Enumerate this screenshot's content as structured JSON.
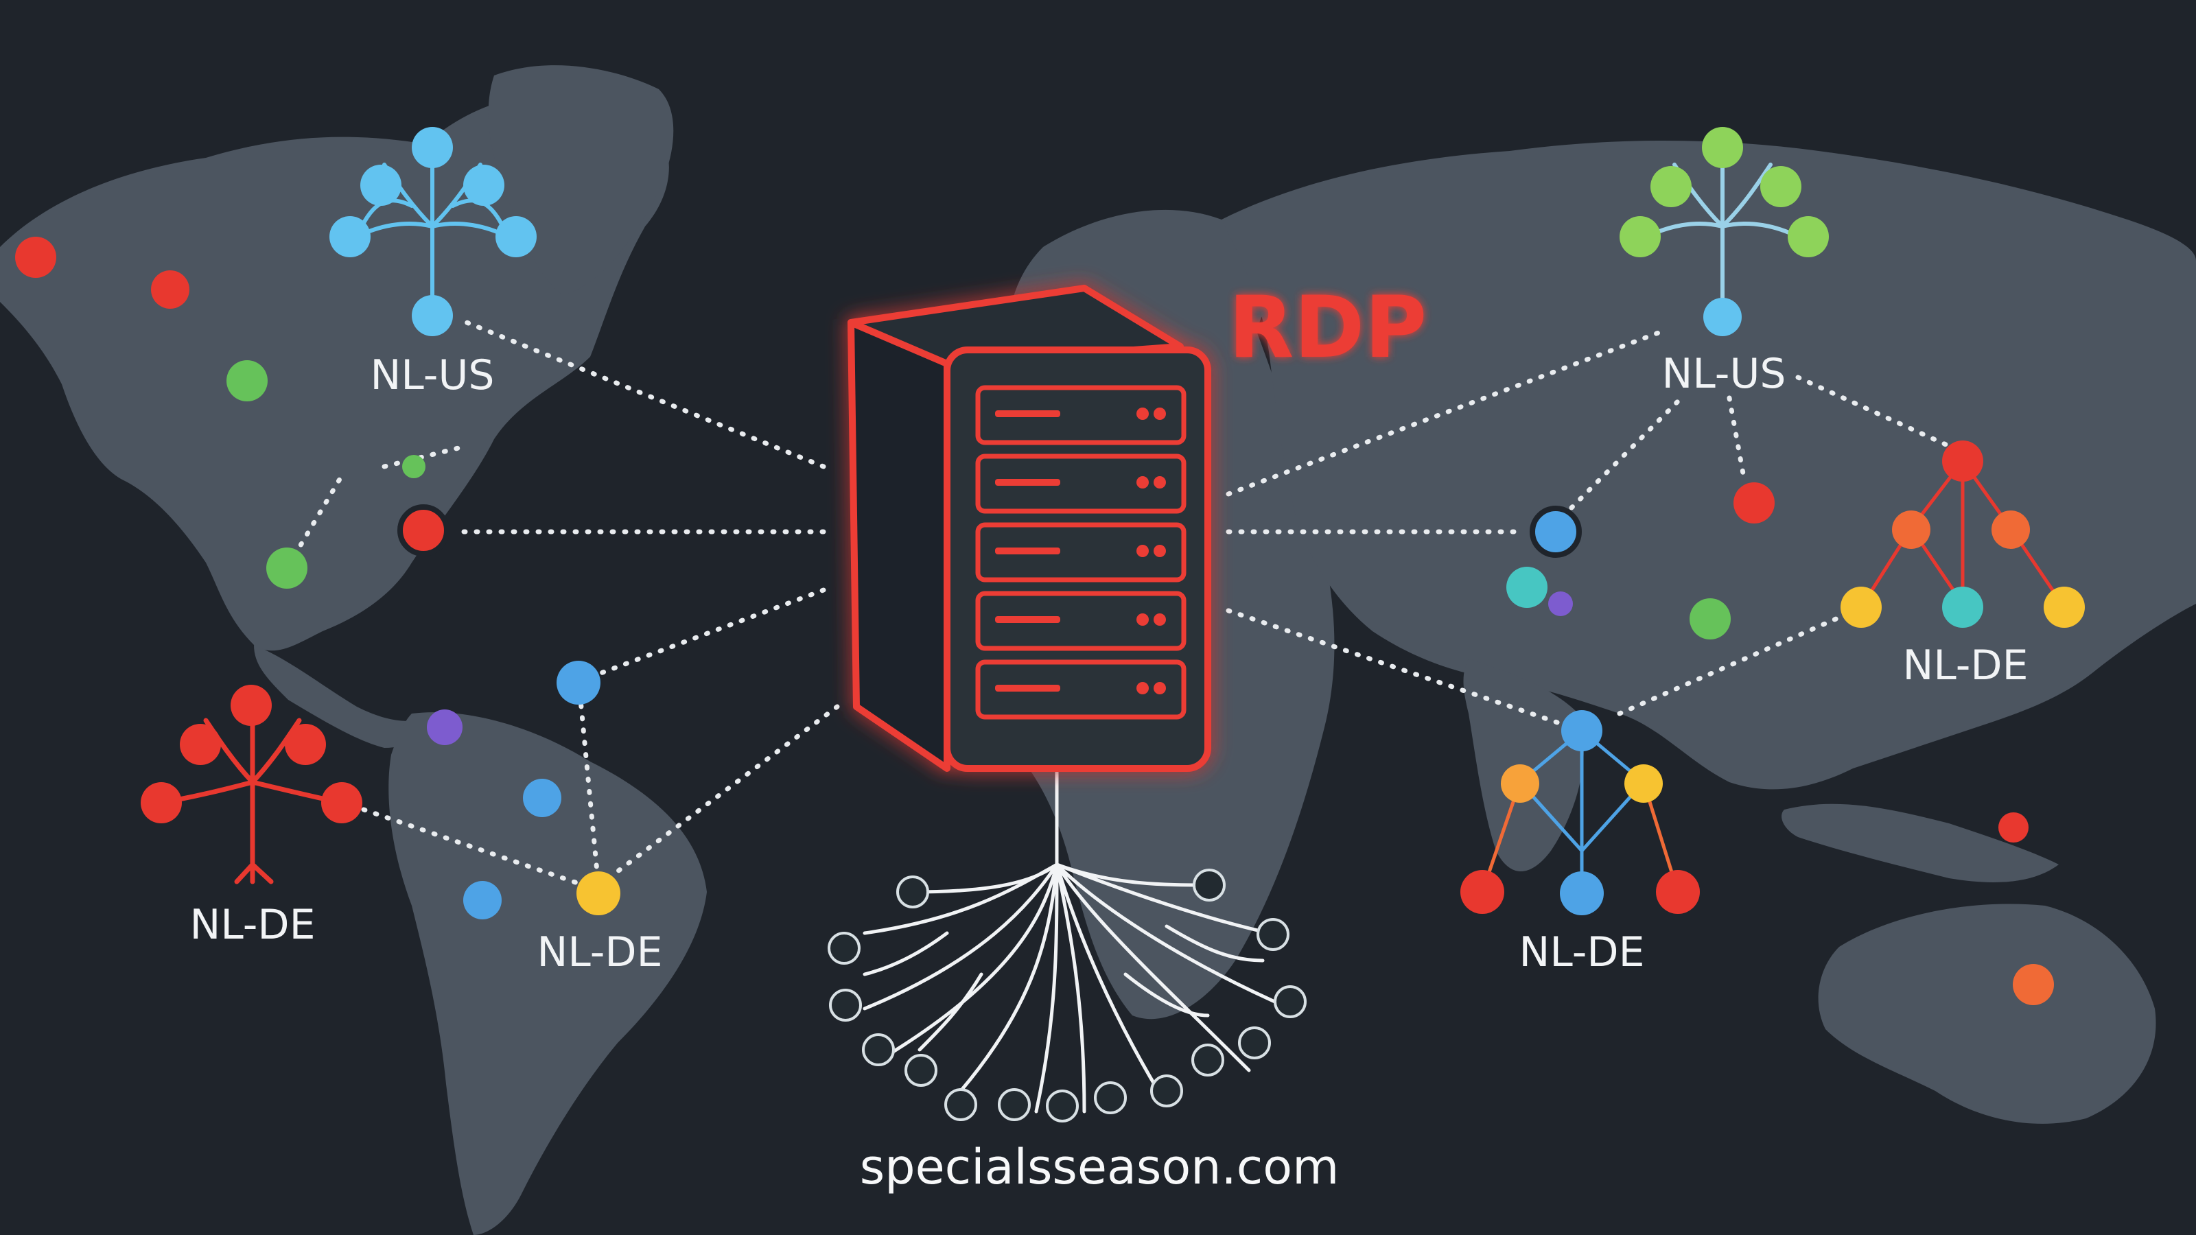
{
  "title": "RDP",
  "website": "specialsseason.com",
  "colors": {
    "background": "#1f242b",
    "land": "#4c5560",
    "server_glow": "#ec3d36",
    "dotted_line": "#e9ecef",
    "red": "#e8382f",
    "green": "#66c25a",
    "blue": "#4ea3e6",
    "light_blue": "#62c3f0",
    "yellow": "#f7c331",
    "orange": "#f06a36",
    "teal": "#47c6c2",
    "purple": "#7d5ccf",
    "lime": "#8ed35a"
  },
  "hubs": [
    {
      "id": "hub-na-us",
      "label": "NL-US",
      "style": "tree",
      "color": "#62c3f0"
    },
    {
      "id": "hub-asia-us",
      "label": "NL-US",
      "style": "tree",
      "color": "#8ed35a"
    },
    {
      "id": "hub-sa-de-left",
      "label": "NL-DE",
      "style": "tree",
      "color": "#e8382f"
    },
    {
      "id": "hub-sa-de",
      "label": "NL-DE",
      "style": "node",
      "color": "#f7c331"
    },
    {
      "id": "hub-india-de",
      "label": "NL-DE",
      "style": "network",
      "color": "#4ea3e6"
    },
    {
      "id": "hub-east-de",
      "label": "NL-DE",
      "style": "network",
      "color": "#e8382f"
    }
  ],
  "icons": {
    "server": "server-rack-icon",
    "roots": "root-network-icon",
    "tree": "network-tree-icon",
    "map": "world-map-icon"
  }
}
